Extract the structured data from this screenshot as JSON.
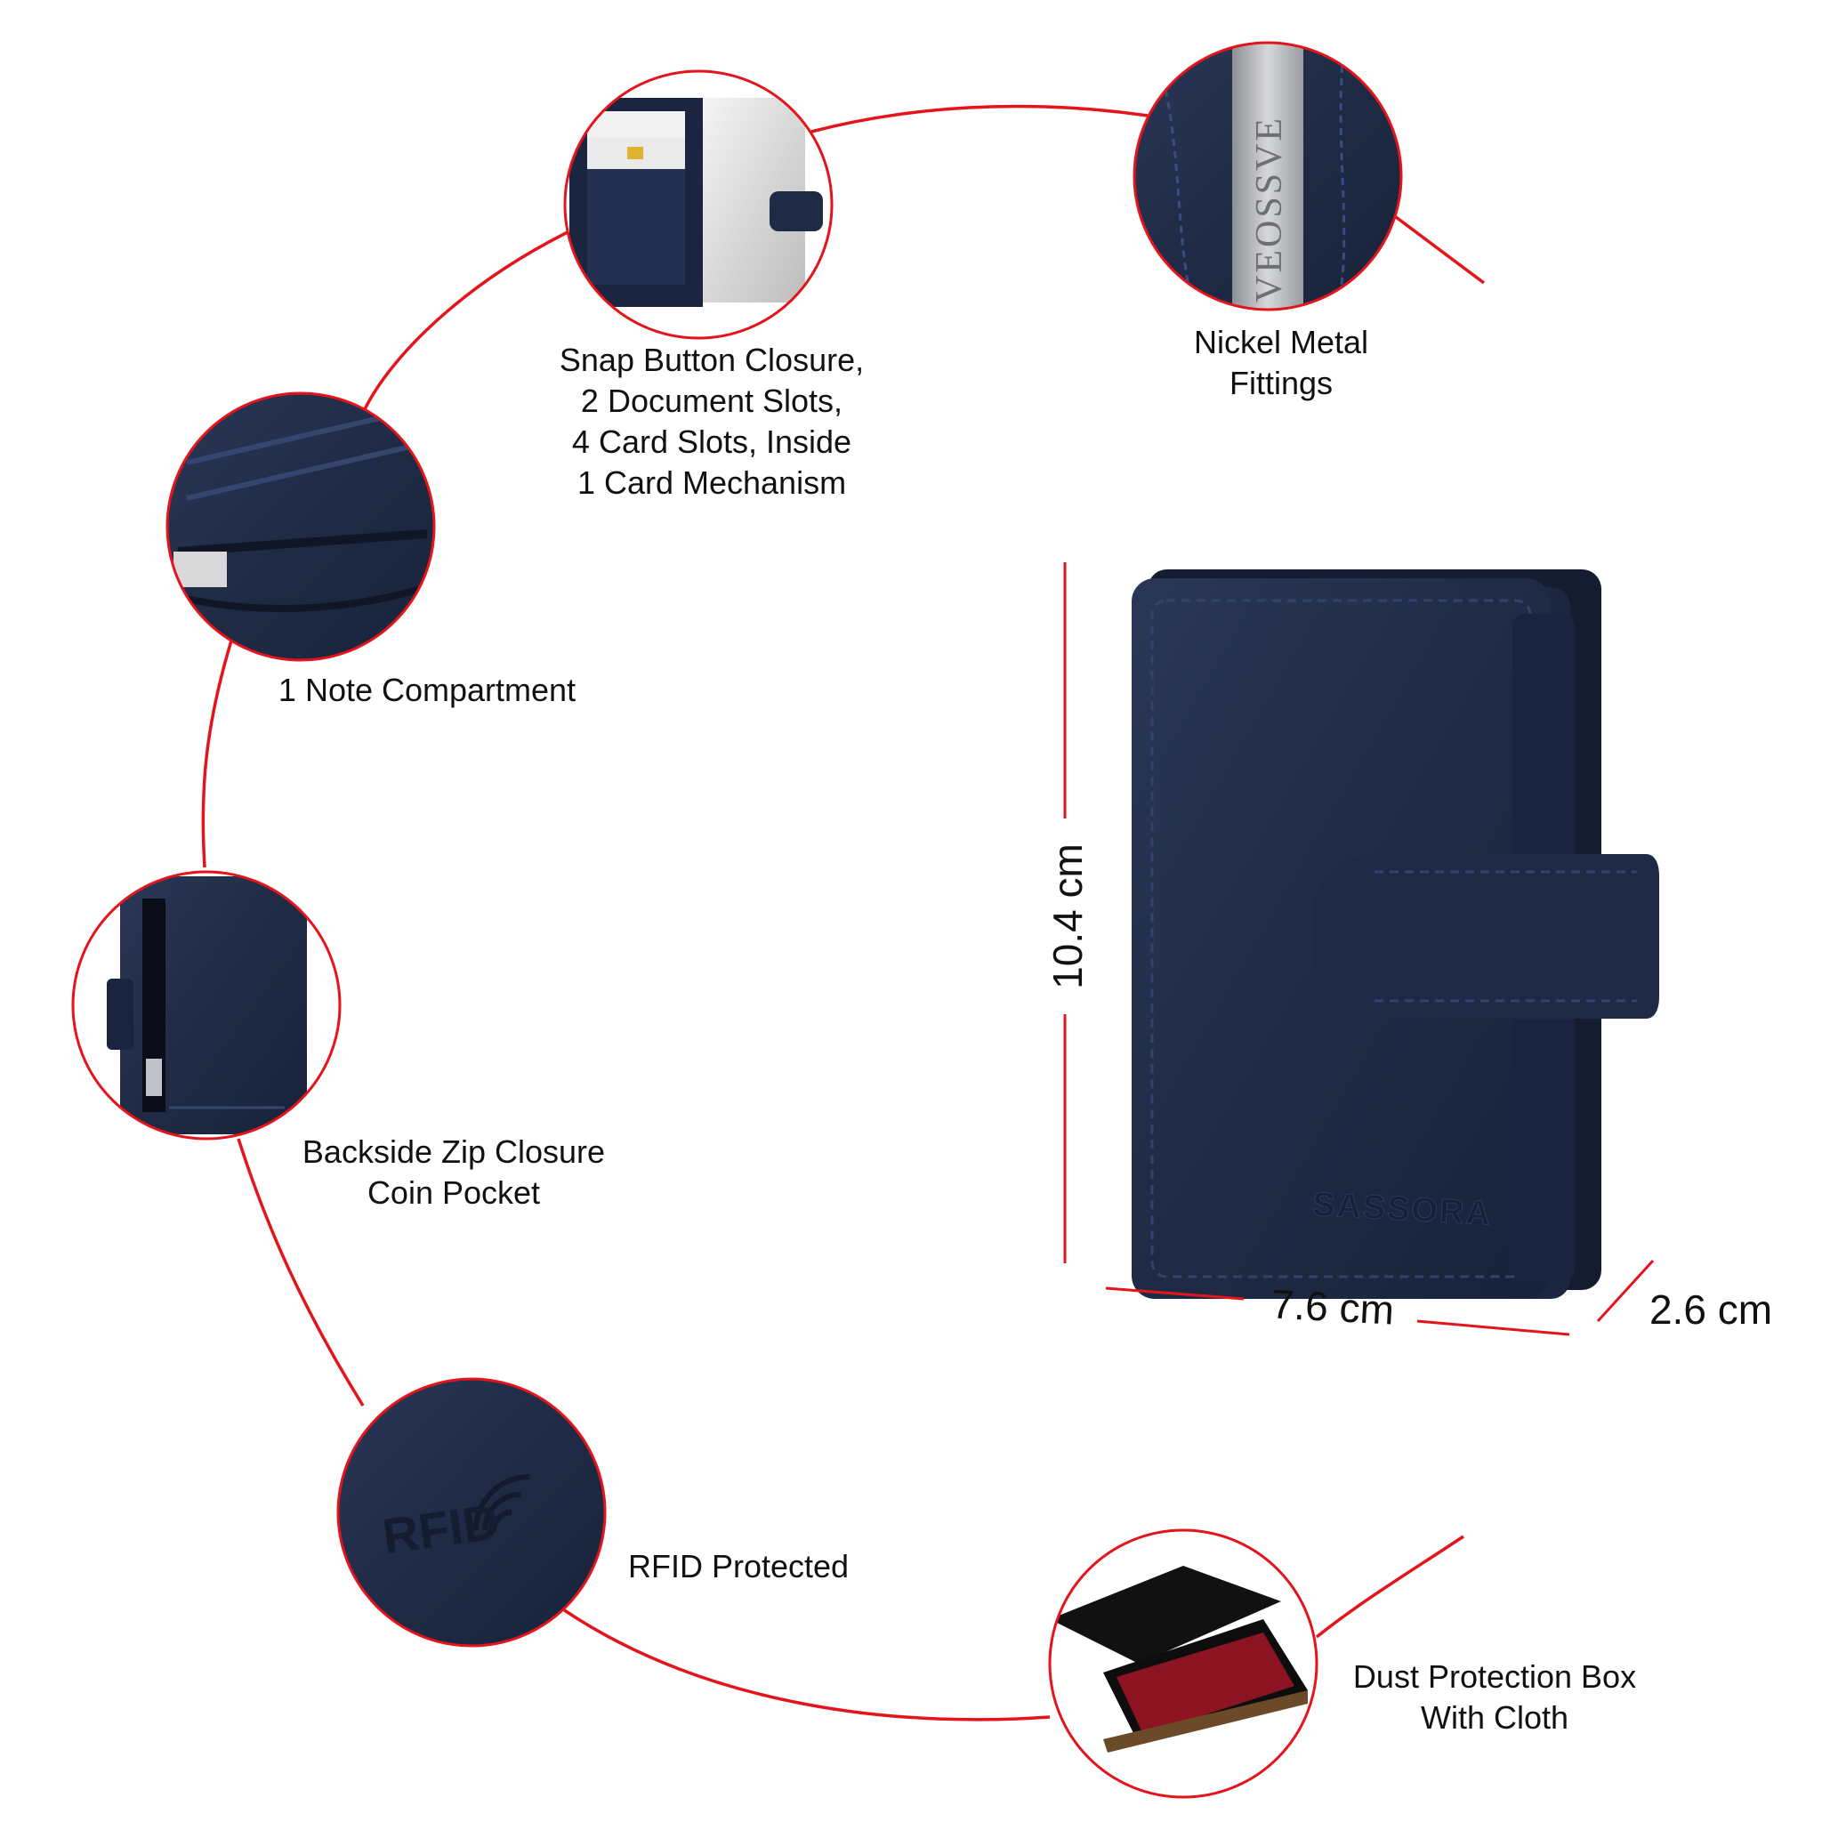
{
  "features": {
    "snap_button": "Snap Button Closure,\n2 Document Slots,\n4 Card Slots,  Inside\n1 Card Mechanism",
    "nickel_metal": "Nickel Metal\nFittings",
    "note_compartment": "1 Note Compartment",
    "zip_coin_pocket": "Backside Zip Closure\nCoin Pocket",
    "rfid": "RFID Protected",
    "dust_box": "Dust Protection Box\nWith Cloth"
  },
  "dimensions": {
    "height": "10.4 cm",
    "width": "7.6 cm",
    "depth": "2.6 cm"
  },
  "logos": {
    "wallet_brand": "SASSORA",
    "metal_tag": "VEOSSVE",
    "rfid_emboss": "RFID"
  },
  "colors": {
    "accent_red": "#e3141b",
    "leather_navy": "#1f2b45",
    "box_red": "#8c1422"
  }
}
